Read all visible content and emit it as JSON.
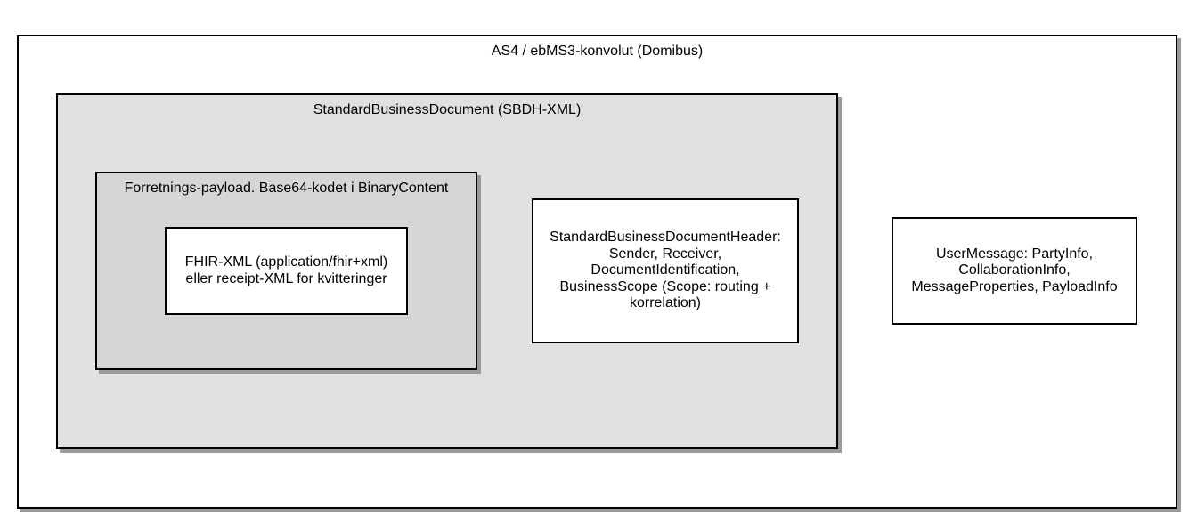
{
  "diagram": {
    "outer": {
      "title": "AS4 / ebMS3-konvolut (Domibus)"
    },
    "sbd": {
      "title": "StandardBusinessDocument (SBDH-XML)"
    },
    "payload": {
      "title": "Forretnings-payload. Base64-kodet i BinaryContent"
    },
    "fhir": {
      "text": "FHIR-XML (application/fhir+xml)\neller receipt-XML for kvitteringer"
    },
    "sbdh": {
      "text": "StandardBusinessDocumentHeader:\nSender, Receiver,\nDocumentIdentification,\nBusinessScope (Scope: routing +\nkorrelation)"
    },
    "usermessage": {
      "text": "UserMessage: PartyInfo,\nCollaborationInfo,\nMessageProperties, PayloadInfo"
    }
  },
  "colors": {
    "outer_fill": "#ffffff",
    "sbd_fill": "#e0e0e0",
    "payload_fill": "#d6d6d6",
    "leaf_fill": "#ffffff",
    "border": "#000000",
    "shadow": "#9a9a9a"
  }
}
